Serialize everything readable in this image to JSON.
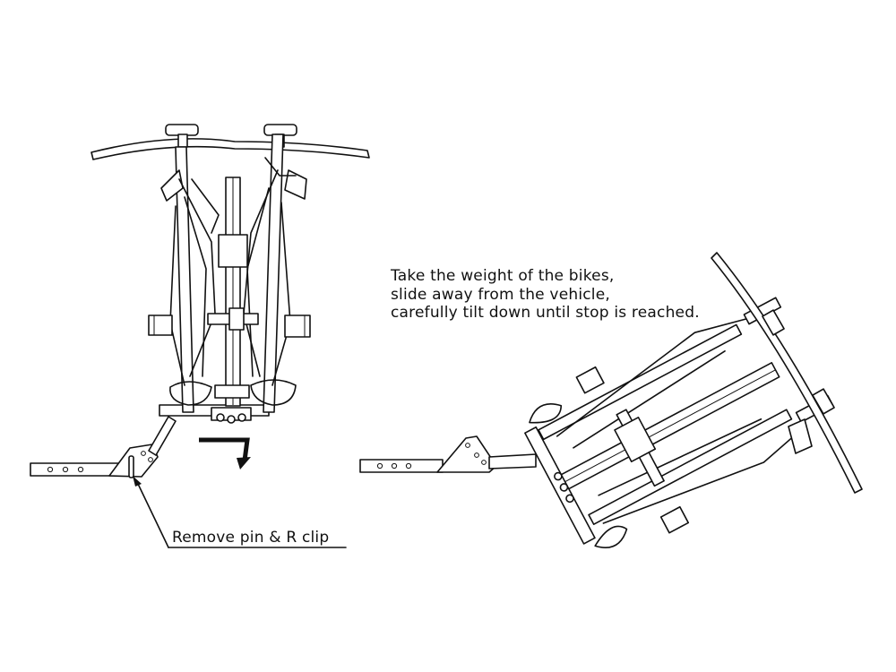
{
  "instruction": {
    "lines": [
      "Take the weight of the bikes,",
      "slide away from the vehicle,",
      "carefully tilt down until stop is reached."
    ]
  },
  "callout": {
    "label": "Remove pin & R clip"
  },
  "figures": {
    "left": "bike-rack-upright-view",
    "right": "bike-rack-tilted-view"
  }
}
